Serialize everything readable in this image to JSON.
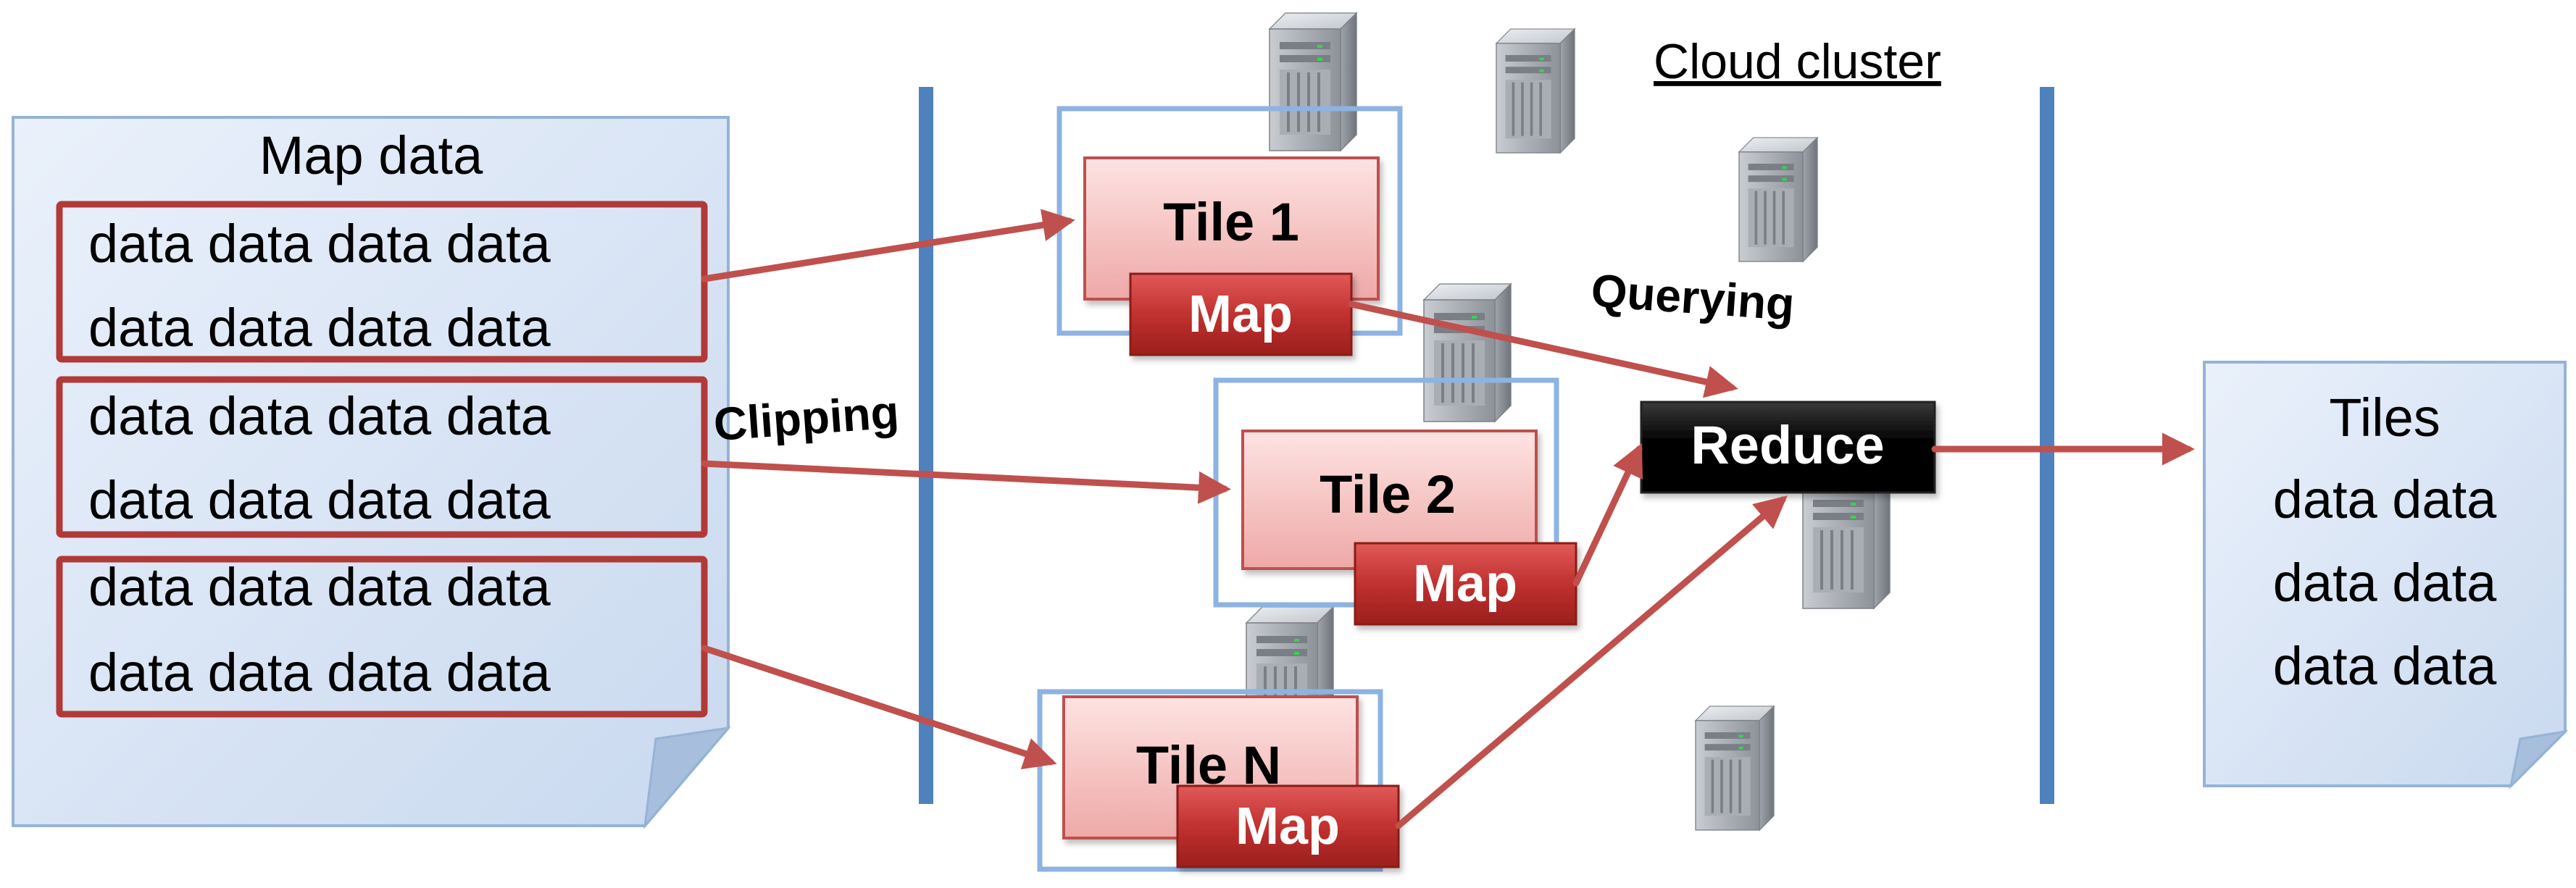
{
  "source": {
    "title": "Map data",
    "groups": [
      [
        "data data data data",
        "data data data data"
      ],
      [
        "data data data data",
        "data data data data"
      ],
      [
        "data data data data",
        "data data data data"
      ]
    ]
  },
  "labels": {
    "clipping": "Clipping",
    "querying": "Querying",
    "cluster": "Cloud cluster"
  },
  "tiles": [
    {
      "label": "Tile 1",
      "map": "Map"
    },
    {
      "label": "Tile 2",
      "map": "Map"
    },
    {
      "label": "Tile N",
      "map": "Map"
    }
  ],
  "reduce": "Reduce",
  "output": {
    "title": "Tiles",
    "lines": [
      "data data",
      "data data",
      "data data"
    ]
  },
  "colors": {
    "divider": "#4f81bd",
    "arrow": "#c0504d",
    "group_border": "#b03a38",
    "doc_fill": "#dbe6f5",
    "doc_border": "#95b3d7",
    "tile_fill": "#f5c4c3",
    "tile_border": "#c0504d",
    "map_fill": "#c0312f",
    "reduce_fill": "#000000"
  },
  "icons": [
    "server-icon"
  ]
}
